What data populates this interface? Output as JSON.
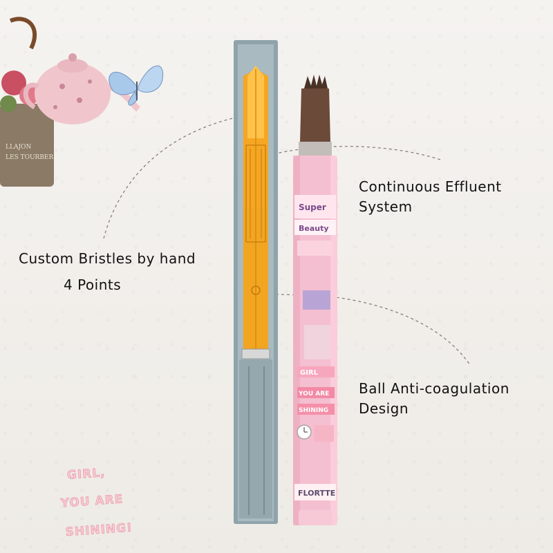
{
  "labels": {
    "bristles_line1": "Custom Bristles by hand",
    "bristles_line2": "4 Points",
    "effluent_line1": "Continuous Effluent",
    "effluent_line2": "System",
    "ball_line1": "Ball Anti-coagulation",
    "ball_line2": "Design"
  },
  "sticker": {
    "line1": "GIRL,",
    "line2": "YOU ARE",
    "line3": "SHINING!"
  },
  "pen": {
    "brand": "FLORTTE",
    "cap_colors": {
      "barrel": "#f4bfd0",
      "tip": "#6b4a3a",
      "cutaway_core": "#f5a623",
      "cutaway_case": "#8fa3ab"
    }
  },
  "decor": {
    "teapot_icon": "teapot-illustration",
    "butterfly_icon": "butterfly-illustration"
  }
}
